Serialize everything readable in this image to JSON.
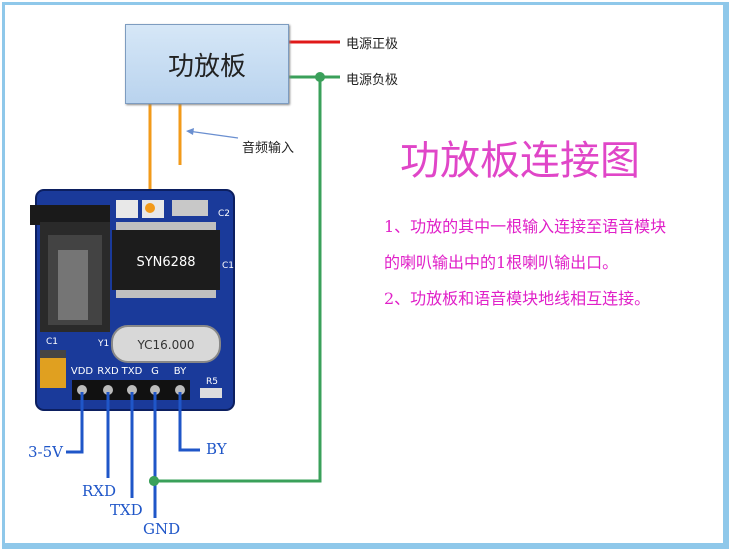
{
  "amp_board_label": "功放板",
  "power_positive_label": "电源正极",
  "power_negative_label": "电源负极",
  "audio_input_label": "音频输入",
  "title": "功放板连接图",
  "description": [
    "1、功放的其中一根输入连接至语音模块",
    "的喇叭输出中的1根喇叭输出口。",
    "2、功放板和语音模块地线相互连接。"
  ],
  "board": {
    "chip_text": "SYN6288",
    "crystal_text": "YC16.000",
    "pin_labels": [
      "VDD",
      "RXD",
      "TXD",
      "G",
      "BY"
    ],
    "component_labels": {
      "c1": "C1",
      "y1": "Y1",
      "r5": "R5",
      "c1b": "C1",
      "c2": "C2"
    }
  },
  "pin_outputs": {
    "vdd": "3-5V",
    "rxd": "RXD",
    "txd": "TXD",
    "gnd": "GND",
    "by": "BY"
  },
  "colors": {
    "positive_wire": "#e01818",
    "negative_wire": "#3aa05a",
    "audio_wire": "#f29a1a",
    "pin_wire": "#1f56c8",
    "text_magenta": "#e046c8",
    "board_blue": "#1a3a9a"
  }
}
